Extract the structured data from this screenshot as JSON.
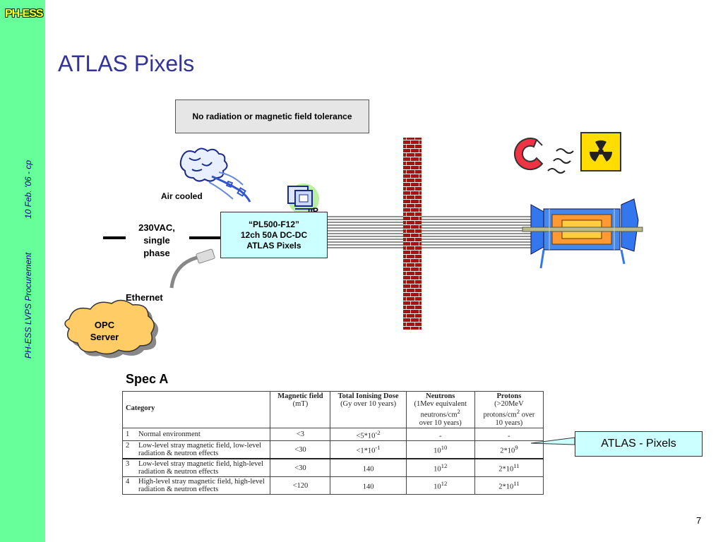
{
  "sidebar": {
    "logo": "PH-ESS",
    "footer_left": "PH-ESS LVPS Procurement",
    "footer_right": "10 Feb. '06 - cp"
  },
  "slide": {
    "title": "ATLAS Pixels",
    "page_number": "7"
  },
  "diagram": {
    "tolerance_note": "No radiation or  magnetic field tolerance",
    "air_cooled": "Air cooled",
    "mu_p": "µP",
    "input_line1": "230VAC,",
    "input_line2": "single",
    "input_line3": "phase",
    "ethernet": "Ethernet",
    "opc_line1": "OPC",
    "opc_line2": "Server",
    "ps_line1": "“PL500-F12”",
    "ps_line2": "12ch 50A DC-DC",
    "ps_line3": "ATLAS Pixels",
    "atlas_label": "ATLAS - Pixels"
  },
  "spec": {
    "heading": "Spec A",
    "headers": {
      "category": "Category",
      "mag_title": "Magnetic field",
      "mag_unit": "(mT)",
      "tid_title": "Total Ionising Dose",
      "tid_unit": "(Gy over 10 years)",
      "neu_title": "Neutrons",
      "neu_unit_a": "(1Mev equivalent",
      "neu_unit_b": "neutrons/cm",
      "neu_unit_c": "over 10 years)",
      "pro_title": "Protons",
      "pro_unit_a": "(>20MeV",
      "pro_unit_b": "protons/cm",
      "pro_unit_c": "over",
      "pro_unit_d": "10 years)"
    },
    "rows": [
      {
        "num": "1",
        "category": "Normal environment",
        "mag": "<3",
        "tid_base": "<5*10",
        "tid_exp": "-2",
        "neu_base": "-",
        "neu_exp": "",
        "pro_base": "-",
        "pro_exp": ""
      },
      {
        "num": "2",
        "category": "Low-level stray magnetic field, low-level radiation & neutron effects",
        "mag": "<30",
        "tid_base": "<1*10",
        "tid_exp": "-1",
        "neu_base": "10",
        "neu_exp": "10",
        "pro_base": "2*10",
        "pro_exp": "9"
      },
      {
        "num": "3",
        "category": "Low-level stray magnetic field, high-level radiation & neutron effects",
        "mag": "<30",
        "tid_base": "140",
        "tid_exp": "",
        "neu_base": "10",
        "neu_exp": "12",
        "pro_base": "2*10",
        "pro_exp": "11"
      },
      {
        "num": "4",
        "category": "High-level stray magnetic field, high-level radiation & neutron effects",
        "mag": "<120",
        "tid_base": "140",
        "tid_exp": "",
        "neu_base": "10",
        "neu_exp": "12",
        "pro_base": "2*10",
        "pro_exp": "11"
      }
    ]
  }
}
